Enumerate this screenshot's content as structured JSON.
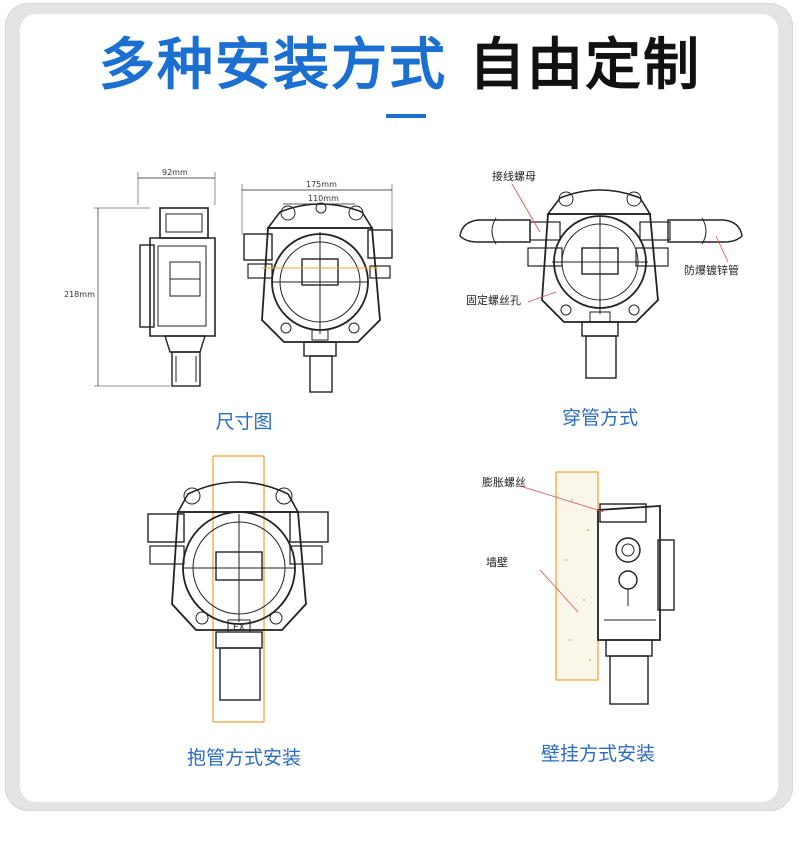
{
  "headline": {
    "blue_text": "多种安装方式",
    "black_text": "自由定制"
  },
  "colors": {
    "accent_blue": "#1a6fd1",
    "caption_blue": "#2a6cc4",
    "pipe_orange": "#f0a030",
    "leader_red": "#e05050"
  },
  "panels": {
    "dimensions": {
      "caption": "尺寸图",
      "width_side": "92mm",
      "width_front": "175mm",
      "width_inner": "110mm",
      "height": "218mm"
    },
    "through_pipe": {
      "caption": "穿管方式",
      "label_wiring_nut": "接线螺母",
      "label_explosion_pipe": "防爆镀锌管",
      "label_fixing_hole": "固定螺丝孔"
    },
    "pipe_hold": {
      "caption": "抱管方式安装"
    },
    "wall_mount": {
      "caption": "壁挂方式安装",
      "label_expansion_screw": "膨胀螺丝",
      "label_wall": "墙壁"
    }
  },
  "device_mark": "EX"
}
